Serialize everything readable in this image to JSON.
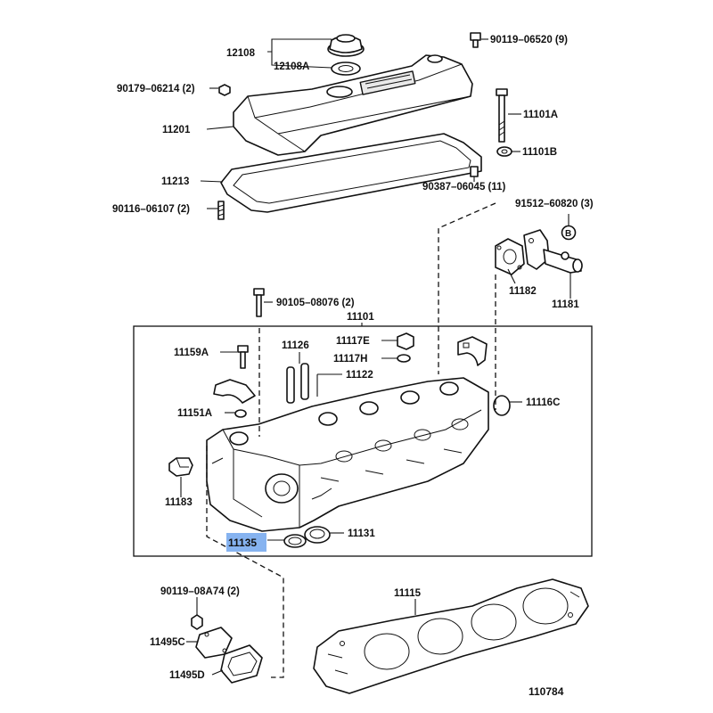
{
  "parts": {
    "p12108": "12108",
    "p12108A": "12108A",
    "p90119_06520": "90119–06520 (9)",
    "p90179_06214": "90179–06214 (2)",
    "p11101A": "11101A",
    "p11201": "11201",
    "p11101B": "11101B",
    "p11213": "11213",
    "p90387_06045": "90387–06045 (11)",
    "p90116_06107": "90116–06107 (2)",
    "p91512_60820": "91512–60820 (3)",
    "markerB": "B",
    "p11182": "11182",
    "p11181": "11181",
    "p90105_08076": "90105–08076 (2)",
    "p11101": "11101",
    "p11159A": "11159A",
    "p11126": "11126",
    "p11117E": "11117E",
    "p11117H": "11117H",
    "p11122": "11122",
    "p11116C": "11116C",
    "p11151A": "11151A",
    "p11183": "11183",
    "p11135": "11135",
    "p11131": "11131",
    "p90119_08A74": "90119–08A74 (2)",
    "p11115": "11115",
    "p11495C": "11495C",
    "p11495D": "11495D"
  },
  "figure_id": "110784",
  "highlight_color": "#86b3f0"
}
